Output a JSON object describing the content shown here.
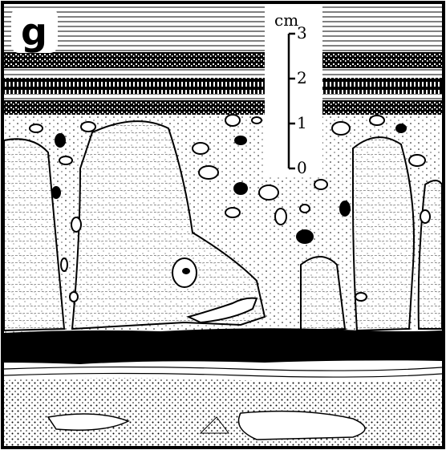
{
  "figure": {
    "panel_label": "g",
    "scale_bar": {
      "unit": "cm",
      "ticks": [
        "3",
        "2",
        "1",
        "0"
      ]
    }
  },
  "colors": {
    "ink": "#000000",
    "paper": "#ffffff"
  }
}
